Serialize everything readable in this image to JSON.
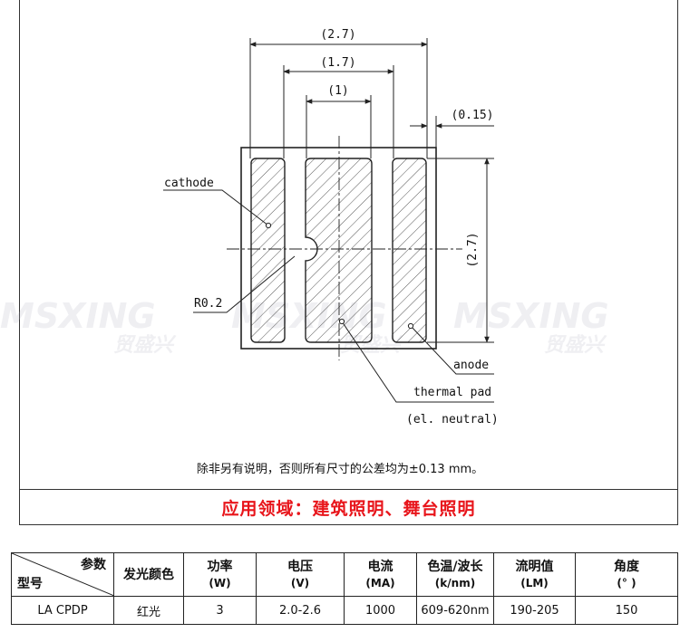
{
  "drawing": {
    "dim_top_outer": "(2.7)",
    "dim_top_mid": "(1.7)",
    "dim_top_inner": "(1)",
    "dim_gap": "(0.15)",
    "dim_right": "(2.7)",
    "label_cathode": "cathode",
    "label_radius": "R0.2",
    "label_anode": "anode",
    "label_thermal": "thermal pad",
    "label_neutral": "(el. neutral)"
  },
  "watermark": {
    "brand": "MSXING",
    "cn": "贸盛兴"
  },
  "note": "除非另有说明，否则所有尺寸的公差均为±0.13 mm。",
  "application": "应用领域：建筑照明、舞台照明",
  "table": {
    "header_param": "参数",
    "header_model": "型号",
    "headers": [
      {
        "l1": "发光颜色",
        "l2": ""
      },
      {
        "l1": "功率",
        "l2": "(W)"
      },
      {
        "l1": "电压",
        "l2": "(V)"
      },
      {
        "l1": "电流",
        "l2": "(MA)"
      },
      {
        "l1": "色温/波长",
        "l2": "(k/nm)"
      },
      {
        "l1": "流明值",
        "l2": "(LM)"
      },
      {
        "l1": "角度",
        "l2": "(° )"
      }
    ],
    "row": [
      "LA CPDP",
      "红光",
      "3",
      "2.0-2.6",
      "1000",
      "609-620nm",
      "190-205",
      "150"
    ]
  },
  "colors": {
    "accent": "#e8151b",
    "line": "#222222"
  }
}
